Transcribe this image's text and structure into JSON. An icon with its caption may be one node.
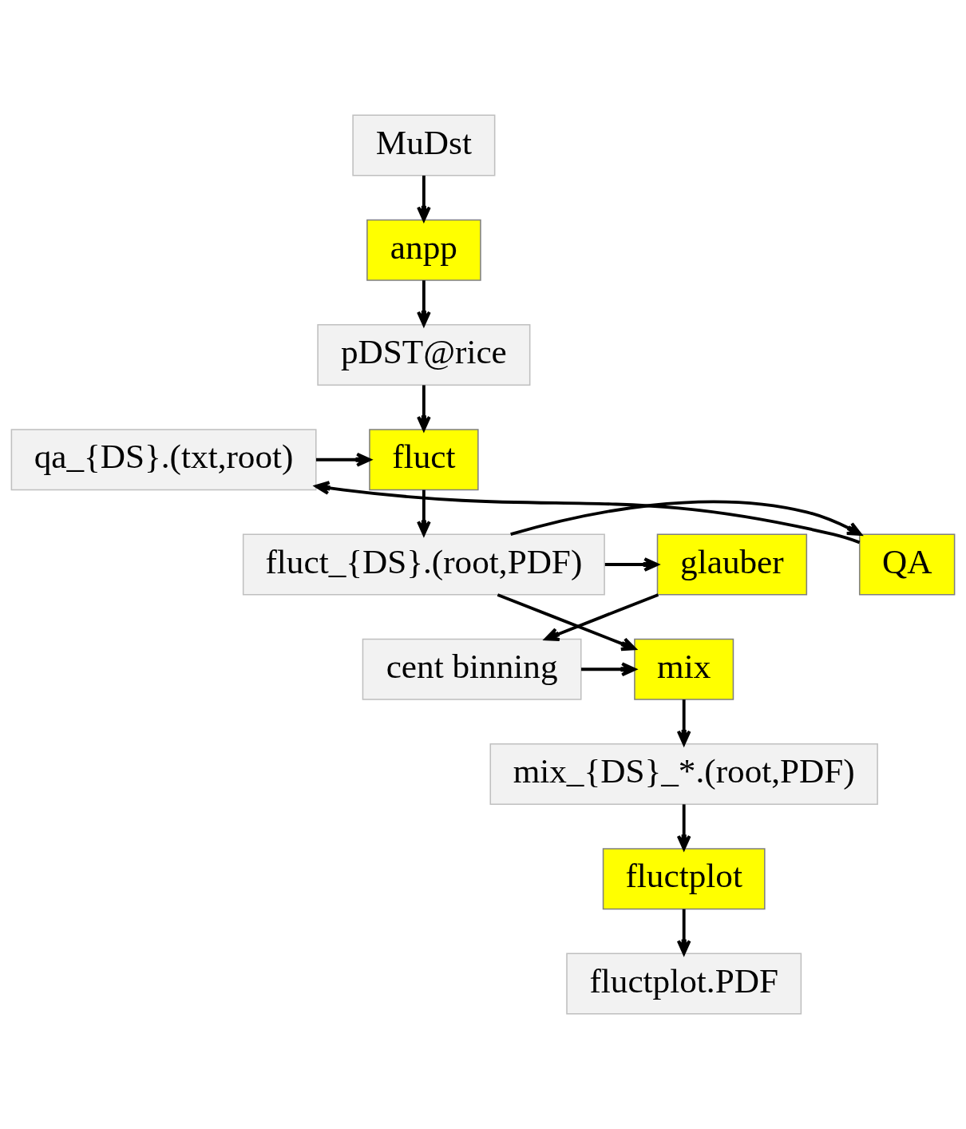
{
  "diagram": {
    "nodes": [
      {
        "text": [
          "MuDst"
        ]
      },
      {
        "text": [
          "anpp"
        ]
      },
      {
        "text": [
          "pDST@rice"
        ]
      },
      {
        "text": [
          "qa_{DS}.(txt,root)"
        ]
      },
      {
        "text": [
          "fluct"
        ]
      },
      {
        "text": [
          "QA"
        ]
      },
      {
        "text": [
          "fluct_{DS}.(root,PDF)"
        ]
      },
      {
        "text": [
          "glauber"
        ]
      },
      {
        "text": [
          "mix"
        ]
      },
      {
        "text": [
          "cent binning"
        ]
      },
      {
        "text": [
          "mix_{DS}_*.(root,PDF)"
        ]
      },
      {
        "text": [
          "fluctplot"
        ]
      },
      {
        "text": [
          "fluctplot.PDF"
        ]
      }
    ],
    "edges": [
      {
        "from": 0,
        "to": 1,
        "arrow": "to"
      },
      {
        "from": 1,
        "to": 2,
        "arrow": "to"
      },
      {
        "from": 2,
        "to": 4,
        "arrow": "to"
      },
      {
        "from": 3,
        "to": 4,
        "arrow": "to"
      },
      {
        "from": 4,
        "to": 6,
        "arrow": "to"
      },
      {
        "from": 6,
        "to": 5,
        "arrow": "to"
      },
      {
        "from": 5,
        "to": 3,
        "arrow": "to"
      },
      {
        "from": 6,
        "to": 7,
        "arrow": "to"
      },
      {
        "from": 6,
        "to": 8,
        "arrow": "to"
      },
      {
        "from": 7,
        "to": 9,
        "arrow": "to"
      },
      {
        "from": 9,
        "to": 8,
        "arrow": "to"
      },
      {
        "from": 8,
        "to": 10,
        "arrow": "to"
      },
      {
        "from": 10,
        "to": 11,
        "arrow": "to"
      },
      {
        "from": 11,
        "to": 12,
        "arrow": "to"
      }
    ]
  }
}
